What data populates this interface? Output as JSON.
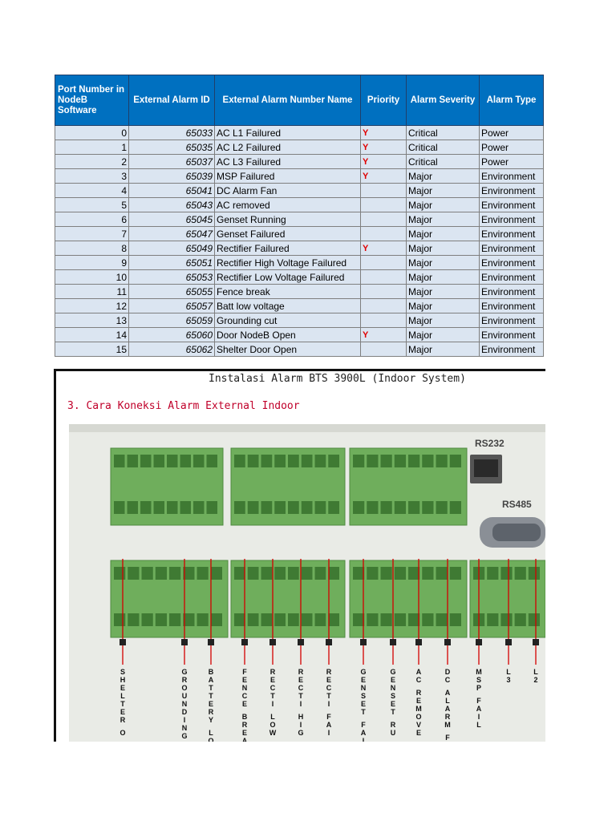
{
  "table": {
    "headers": [
      "Port Number in NodeB Software",
      "External Alarm ID",
      "External Alarm Number Name",
      "Priority",
      "Alarm Severity",
      "Alarm Type"
    ],
    "rows": [
      {
        "port": "0",
        "id": "65033",
        "name": "AC L1 Failured",
        "priority": "Y",
        "severity": "Critical",
        "type": "Power"
      },
      {
        "port": "1",
        "id": "65035",
        "name": "AC L2 Failured",
        "priority": "Y",
        "severity": "Critical",
        "type": "Power"
      },
      {
        "port": "2",
        "id": "65037",
        "name": "AC L3 Failured",
        "priority": "Y",
        "severity": "Critical",
        "type": "Power"
      },
      {
        "port": "3",
        "id": "65039",
        "name": "MSP Failured",
        "priority": "Y",
        "severity": "Major",
        "type": "Environment"
      },
      {
        "port": "4",
        "id": "65041",
        "name": "DC Alarm Fan",
        "priority": "",
        "severity": "Major",
        "type": "Environment"
      },
      {
        "port": "5",
        "id": "65043",
        "name": "AC removed",
        "priority": "",
        "severity": "Major",
        "type": "Environment"
      },
      {
        "port": "6",
        "id": "65045",
        "name": "Genset Running",
        "priority": "",
        "severity": "Major",
        "type": "Environment"
      },
      {
        "port": "7",
        "id": "65047",
        "name": "Genset Failured",
        "priority": "",
        "severity": "Major",
        "type": "Environment"
      },
      {
        "port": "8",
        "id": "65049",
        "name": "Rectifier Failured",
        "priority": "Y",
        "severity": "Major",
        "type": "Environment"
      },
      {
        "port": "9",
        "id": "65051",
        "name": "Rectifier High Voltage Failured",
        "priority": "",
        "severity": "Major",
        "type": "Environment"
      },
      {
        "port": "10",
        "id": "65053",
        "name": "Rectifier Low Voltage Failured",
        "priority": "",
        "severity": "Major",
        "type": "Environment"
      },
      {
        "port": "11",
        "id": "65055",
        "name": "Fence break",
        "priority": "",
        "severity": "Major",
        "type": "Environment"
      },
      {
        "port": "12",
        "id": "65057",
        "name": "Batt low voltage",
        "priority": "",
        "severity": "Major",
        "type": "Environment"
      },
      {
        "port": "13",
        "id": "65059",
        "name": "Grounding cut",
        "priority": "",
        "severity": "Major",
        "type": "Environment"
      },
      {
        "port": "14",
        "id": "65060",
        "name": "Door NodeB Open",
        "priority": "Y",
        "severity": "Major",
        "type": "Environment"
      },
      {
        "port": "15",
        "id": "65062",
        "name": "Shelter Door Open",
        "priority": "",
        "severity": "Major",
        "type": "Environment"
      }
    ]
  },
  "doc": {
    "title": "Instalasi Alarm BTS 3900L (Indoor System)",
    "subtitle": "3. Cara Koneksi Alarm External Indoor",
    "port_labels": [
      "RS232",
      "RS485"
    ],
    "wire_labels": [
      "SHELTER O",
      "GROUNDING CU",
      "BATTERY LO",
      "FENCE BREA",
      "RECTI LOW",
      "RECTI HIG",
      "RECTI FAI",
      "GENSET FAI",
      "GENSET RU",
      "AC REMOVE",
      "DC ALARM F",
      "MSP FAIL",
      "L3",
      "L2"
    ],
    "colors": {
      "header_bg": "#0070c0",
      "row_bg": "#dbe5f1",
      "priority": "#e00000",
      "terminal": "#6fae5c",
      "wire": "#d40000"
    }
  }
}
